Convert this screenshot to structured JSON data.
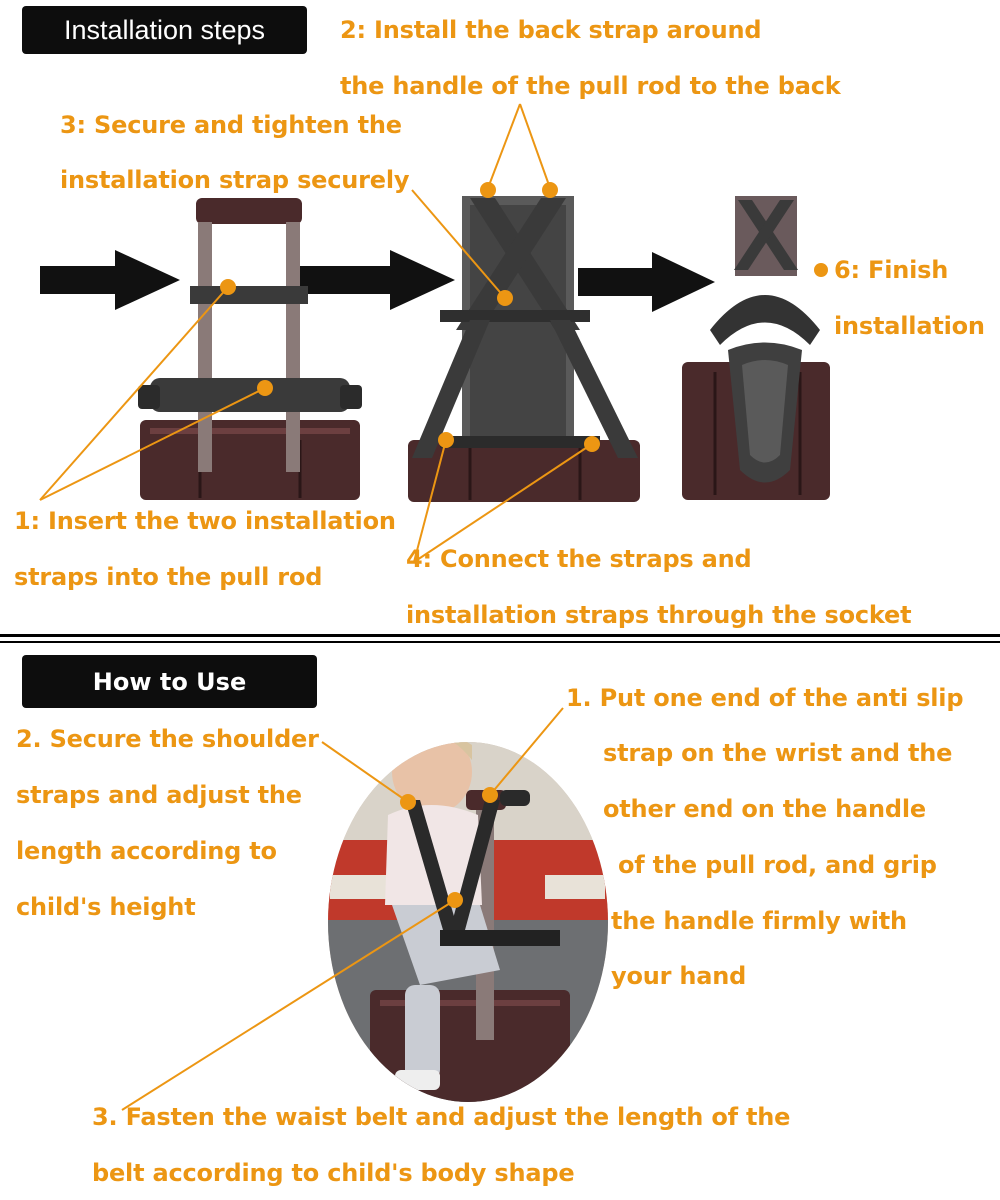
{
  "installation": {
    "title": "Installation steps",
    "step1_line1": "1: Insert the two installation",
    "step1_line2": "straps into the pull rod",
    "step2_line1": "2: Install the back strap around",
    "step2_line2": "the handle of the pull rod to the back",
    "step3_line1": "3: Secure and tighten the",
    "step3_line2": "installation strap securely",
    "step4_line1": "4: Connect the straps and",
    "step4_line2": "installation straps through the socket",
    "step6_line1": "6: Finish",
    "step6_line2": "installation"
  },
  "usage": {
    "title": "How to Use",
    "step1_line1": "1. Put one end of the anti slip",
    "step1_line2": "strap on the wrist and the",
    "step1_line3": "other end on the handle",
    "step1_line4": "of the pull rod, and grip",
    "step1_line5": "the handle firmly with",
    "step1_line6": "your hand",
    "step2_line1": "2. Secure the shoulder",
    "step2_line2": "straps and adjust the",
    "step2_line3": "length according to",
    "step2_line4": "child's height",
    "step3_line1": "3. Fasten the waist belt and adjust the length of the",
    "step3_line2": "belt according to child's body shape"
  },
  "colors": {
    "accent": "#ec9613",
    "header_bg": "#0d0d0d",
    "header_text": "#ffffff",
    "luggage": "#4a2a2b",
    "strap": "#3a3a3a"
  }
}
